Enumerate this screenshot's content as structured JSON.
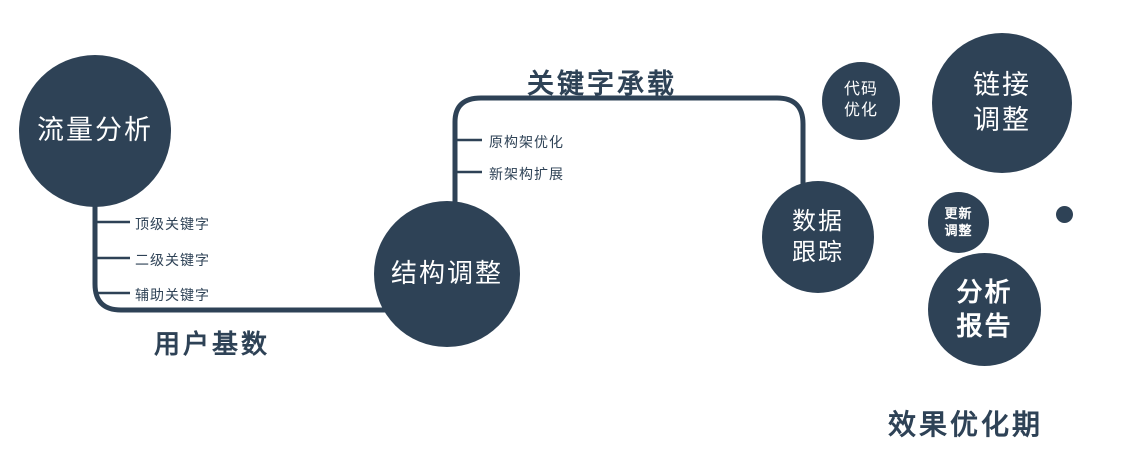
{
  "colors": {
    "node": "#2e4256",
    "text": "#2e4256",
    "node_text": "#ffffff"
  },
  "nodes": {
    "traffic_analysis": {
      "label": "流量分析"
    },
    "structure_adjustment": {
      "label": "结构调整"
    },
    "data_tracking": {
      "line1": "数据",
      "line2": "跟踪"
    },
    "code_optimization": {
      "line1": "代码",
      "line2": "优化"
    },
    "link_adjustment": {
      "line1": "链接",
      "line2": "调整"
    },
    "update_adjustment": {
      "line1": "更新",
      "line2": "调整"
    },
    "analysis_report": {
      "line1": "分析",
      "line2": "报告"
    }
  },
  "edge_labels": {
    "user_base": "用户基数",
    "keyword_carrying": "关键字承载"
  },
  "branches": {
    "traffic": [
      "顶级关键字",
      "二级关键字",
      "辅助关键字"
    ],
    "structure": [
      "原构架优化",
      "新架构扩展"
    ]
  },
  "footer": {
    "label": "效果优化期"
  }
}
